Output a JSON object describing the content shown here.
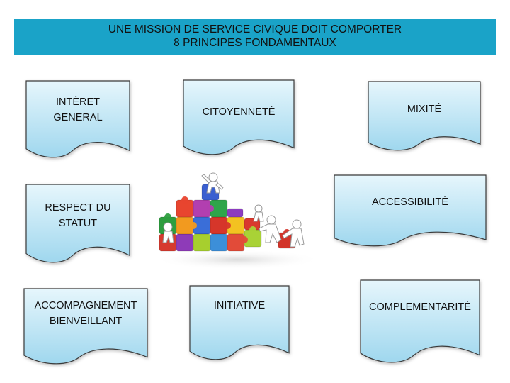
{
  "title": {
    "line1": "UNE MISSION DE SERVICE CIVIQUE DOIT COMPORTER",
    "line2": "8 PRINCIPES FONDAMENTAUX"
  },
  "principles": [
    {
      "lines": [
        "INTÉRET",
        "GENERAL"
      ]
    },
    {
      "lines": [
        "CITOYENNETÉ"
      ]
    },
    {
      "lines": [
        "MIXITÉ"
      ]
    },
    {
      "lines": [
        "RESPECT DU",
        "STATUT"
      ]
    },
    {
      "lines": [
        "ACCESSIBILITÉ"
      ]
    },
    {
      "lines": [
        "ACCOMPAGNEMENT",
        "BIENVEILLANT"
      ]
    },
    {
      "lines": [
        "INITIATIVE"
      ]
    },
    {
      "lines": [
        "COMPLEMENTARITÉ"
      ]
    }
  ],
  "colors": {
    "banner": "#1aa3c8",
    "card_fill_top": "#e6f6fc",
    "card_fill_bottom": "#9fd7ee",
    "card_border": "#3a3a3a"
  },
  "illustration": "puzzle-teamwork-figures"
}
